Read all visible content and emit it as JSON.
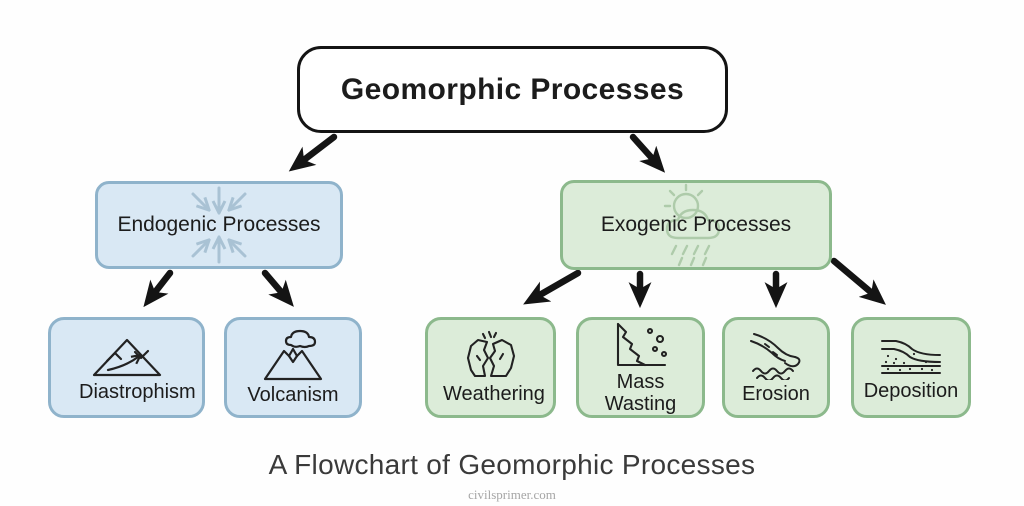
{
  "nodes": {
    "root": {
      "label": "Geomorphic Processes"
    },
    "endogenic": {
      "label": "Endogenic Processes",
      "icon": "converging-arrows-icon"
    },
    "exogenic": {
      "label": "Exogenic Processes",
      "icon": "sun-rain-cloud-icon"
    },
    "diastrophism": {
      "label": "Diastrophism",
      "icon": "mountains-uplift-icon"
    },
    "volcanism": {
      "label": "Volcanism",
      "icon": "volcano-icon"
    },
    "weathering": {
      "label": "Weathering",
      "icon": "cracked-rock-icon"
    },
    "mass_wasting": {
      "label": "Mass Wasting",
      "icon": "slope-rockfall-icon"
    },
    "erosion": {
      "label": "Erosion",
      "icon": "flowing-water-icon"
    },
    "deposition": {
      "label": "Deposition",
      "icon": "sediment-layers-icon"
    }
  },
  "edges": [
    "root-to-endogenic",
    "root-to-exogenic",
    "endogenic-to-diastrophism",
    "endogenic-to-volcanism",
    "exogenic-to-weathering",
    "exogenic-to-mass-wasting",
    "exogenic-to-erosion",
    "exogenic-to-deposition"
  ],
  "caption": {
    "text": "A Flowchart of Geomorphic Processes"
  },
  "watermark": {
    "text": "civilsprimer.com"
  },
  "colors": {
    "blue_fill": "#d9e8f4",
    "blue_border": "#8fb3cb",
    "green_fill": "#dcecd9",
    "green_border": "#8cb98c",
    "arrow": "#141414",
    "faint_blue_icon": "#a9c2d4",
    "faint_green_icon": "#aecbaa",
    "icon_stroke": "#222222",
    "caption_text": "#3a3a3a",
    "watermark_text": "#a6a6a6"
  }
}
